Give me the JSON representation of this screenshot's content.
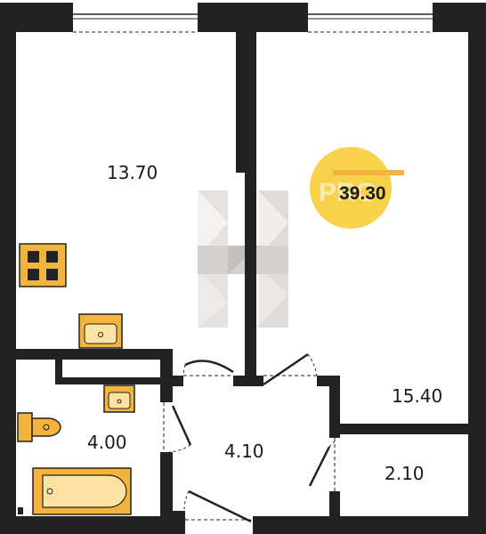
{
  "plan": {
    "total_area": "39.30",
    "badge_text": "PRO",
    "rooms": [
      {
        "id": "room-left",
        "area": "13.70"
      },
      {
        "id": "room-right",
        "area": "15.40"
      },
      {
        "id": "bathroom",
        "area": "4.00"
      },
      {
        "id": "hallway",
        "area": "4.10"
      },
      {
        "id": "storage",
        "area": "2.10"
      }
    ],
    "colors": {
      "wall": "#222222",
      "fixture": "#f2b43c",
      "badge": "#f7d24a",
      "watermark": "#8c7b70"
    }
  }
}
